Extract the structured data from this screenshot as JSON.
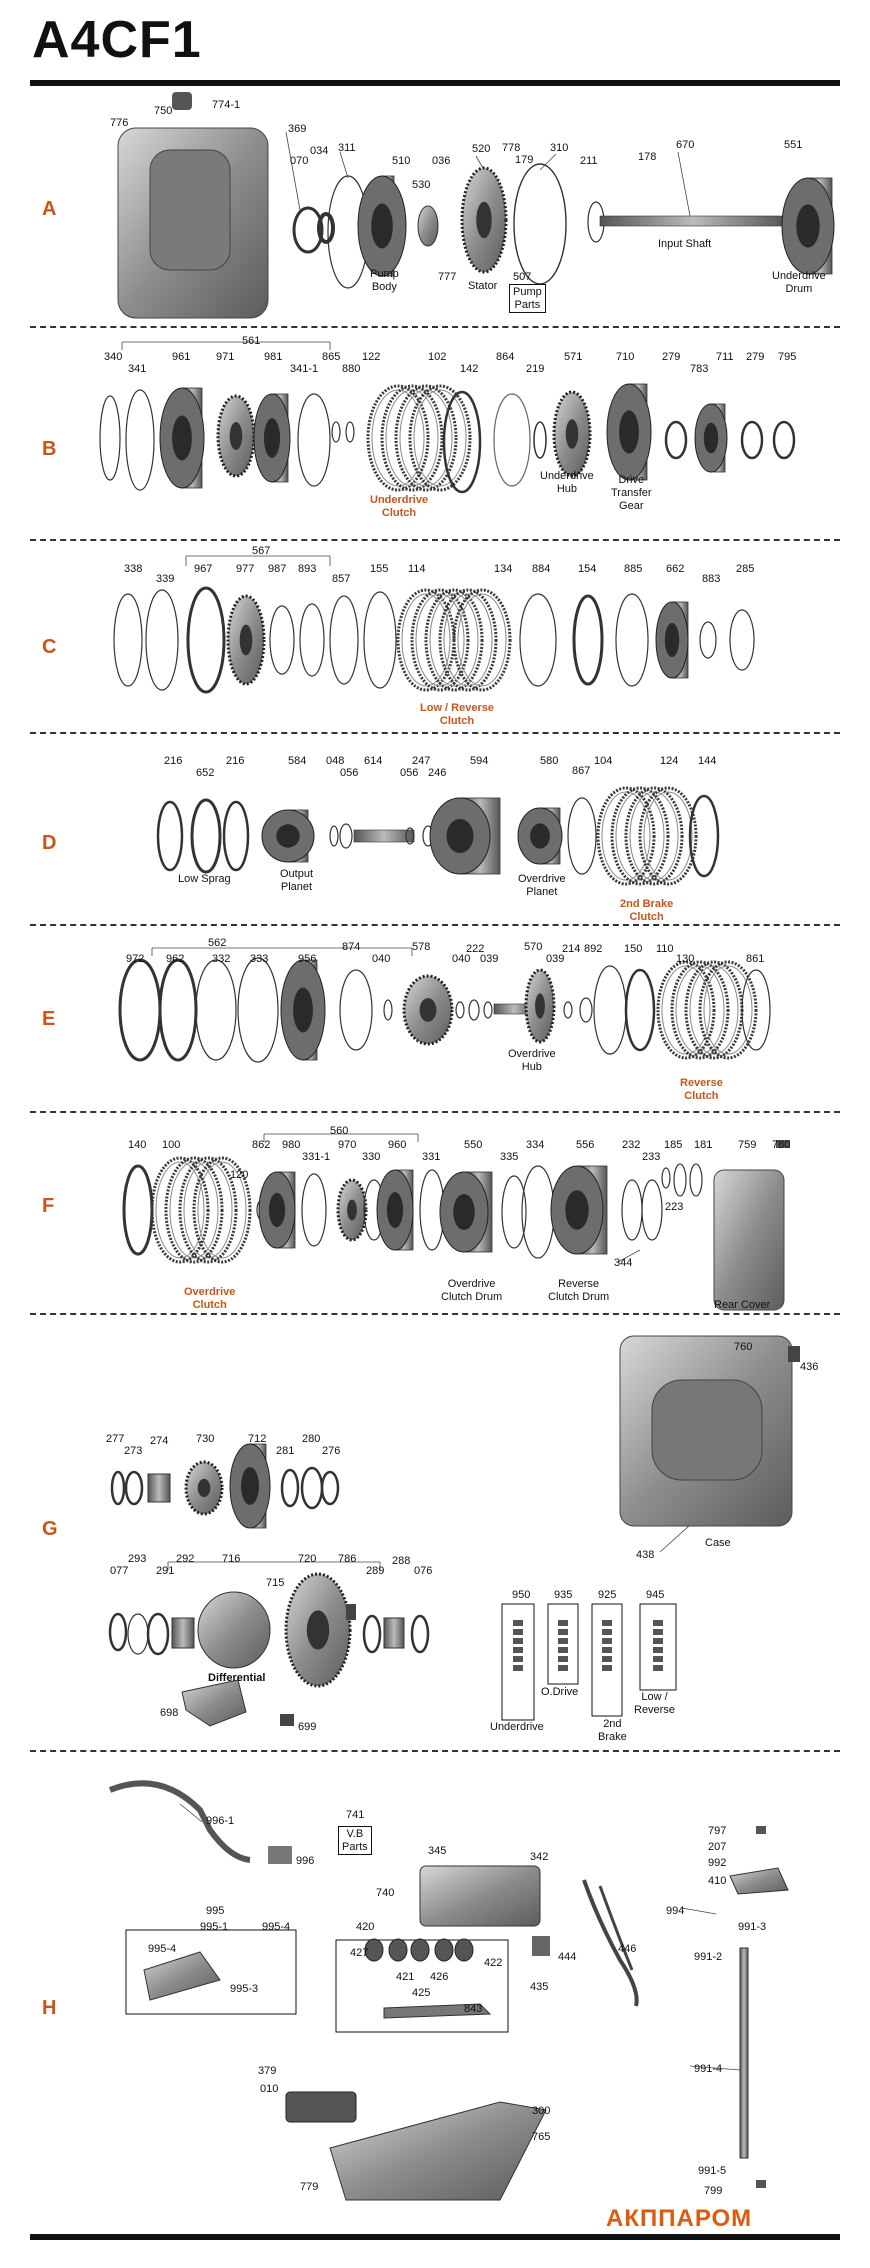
{
  "title": "A4CF1",
  "brand": "АКППАРОМ",
  "colors": {
    "accent": "#c8551a",
    "brand": "#e05a0c",
    "ink": "#111111",
    "part": "#8a8a8a"
  },
  "sections": {
    "A": {
      "letter": "A",
      "labels": [
        "776",
        "750",
        "774-1",
        "369",
        "070",
        "034",
        "311",
        "510",
        "530",
        "036",
        "520",
        "778",
        "179",
        "310",
        "211",
        "178",
        "670",
        "551",
        "777",
        "507"
      ],
      "captions": {
        "pump_body": "Pump\nBody",
        "stator": "Stator",
        "pump_parts": "Pump\nParts",
        "input_shaft": "Input Shaft",
        "underdrive_drum": "Underdrive\nDrum"
      }
    },
    "B": {
      "letter": "B",
      "labels": [
        "561",
        "340",
        "341",
        "961",
        "971",
        "981",
        "341-1",
        "865",
        "880",
        "122",
        "102",
        "142",
        "864",
        "219",
        "571",
        "710",
        "279",
        "783",
        "711",
        "279",
        "795"
      ],
      "captions": {
        "underdrive_clutch": "Underdrive\nClutch",
        "underdrive_hub": "Underdrive\nHub",
        "drive_transfer_gear": "Drive\nTransfer\nGear"
      }
    },
    "C": {
      "letter": "C",
      "labels": [
        "567",
        "338",
        "339",
        "967",
        "977",
        "987",
        "893",
        "857",
        "155",
        "114",
        "134",
        "884",
        "154",
        "885",
        "662",
        "883",
        "285"
      ],
      "captions": {
        "low_reverse_clutch": "Low / Reverse\nClutch"
      }
    },
    "D": {
      "letter": "D",
      "labels": [
        "216",
        "652",
        "216",
        "584",
        "048",
        "056",
        "614",
        "247",
        "056",
        "246",
        "594",
        "580",
        "867",
        "104",
        "124",
        "144"
      ],
      "captions": {
        "low_sprag": "Low Sprag",
        "output_planet": "Output\nPlanet",
        "overdrive_planet": "Overdrive\nPlanet",
        "second_brake_clutch": "2nd Brake\nClutch"
      }
    },
    "E": {
      "letter": "E",
      "labels": [
        "562",
        "972",
        "962",
        "332",
        "333",
        "956",
        "874",
        "040",
        "578",
        "040",
        "222",
        "039",
        "570",
        "039",
        "214",
        "892",
        "150",
        "110",
        "130",
        "861"
      ],
      "captions": {
        "overdrive_hub": "Overdrive\nHub",
        "reverse_clutch": "Reverse\nClutch"
      }
    },
    "F": {
      "letter": "F",
      "labels": [
        "560",
        "140",
        "100",
        "120",
        "862",
        "980",
        "331-1",
        "970",
        "330",
        "960",
        "331",
        "550",
        "335",
        "334",
        "556",
        "232",
        "233",
        "185",
        "181",
        "759",
        "780",
        "223",
        "344"
      ],
      "captions": {
        "overdrive_clutch": "Overdrive\nClutch",
        "overdrive_clutch_drum": "Overdrive\nClutch Drum",
        "reverse_clutch_drum": "Reverse\nClutch Drum",
        "rear_cover": "Rear Cover"
      }
    },
    "G": {
      "letter": "G",
      "labels": [
        "760",
        "436",
        "438",
        "277",
        "273",
        "274",
        "730",
        "712",
        "281",
        "280",
        "276",
        "715",
        "077",
        "293",
        "291",
        "292",
        "716",
        "720",
        "786",
        "288",
        "289",
        "076",
        "698",
        "699",
        "950",
        "935",
        "925",
        "945"
      ],
      "captions": {
        "case": "Case",
        "differential": "Differential",
        "underdrive": "Underdrive",
        "o_drive": "O.Drive",
        "second_brake": "2nd\nBrake",
        "low_reverse": "Low /\nReverse"
      }
    },
    "H": {
      "letter": "H",
      "labels": [
        "996-1",
        "996",
        "741",
        "345",
        "342",
        "740",
        "420",
        "427",
        "421",
        "425",
        "426",
        "422",
        "435",
        "843",
        "995",
        "995-1",
        "995-4",
        "995-4",
        "995-3",
        "444",
        "446",
        "797",
        "207",
        "992",
        "410",
        "994",
        "991-3",
        "991-2",
        "991-4",
        "379",
        "010",
        "300",
        "765",
        "779",
        "991-5",
        "799"
      ],
      "captions": {
        "vb_parts": "V.B\nParts"
      }
    }
  }
}
